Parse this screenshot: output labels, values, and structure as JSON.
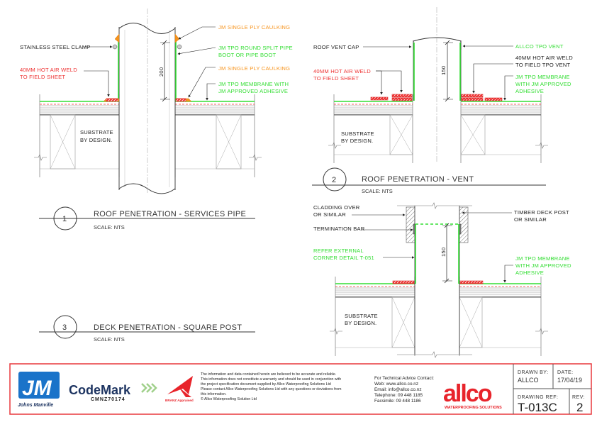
{
  "colors": {
    "membrane": "#33dd33",
    "caulking": "#f7941d",
    "weld": "#ee3333",
    "border": "#e8383d",
    "jm_blue": "#1a73c9",
    "codemark_navy": "#1d3461"
  },
  "detail1": {
    "number": "1",
    "title": "ROOF PENETRATION - SERVICES PIPE",
    "scale": "SCALE: NTS",
    "dimension": "200",
    "labels": {
      "clamp": "STAINLESS STEEL CLAMP",
      "weld_1": "40MM HOT AIR WELD",
      "weld_2": "TO FIELD SHEET",
      "caulk_top": "JM SINGLE PLY CAULKING",
      "boot_1": "JM TPO ROUND SPLIT PIPE",
      "boot_2": "BOOT OR PIPE BOOT",
      "caulk_bottom": "JM SINGLE PLY CAULKING",
      "membrane_1": "JM TPO MEMBRANE WITH",
      "membrane_2": "JM APPROVED ADHESIVE",
      "substrate_1": "SUBSTRATE",
      "substrate_2": "BY DESIGN."
    }
  },
  "detail2": {
    "number": "2",
    "title": "ROOF PENETRATION - VENT",
    "scale": "SCALE: NTS",
    "dimension": "150",
    "labels": {
      "cap": "ROOF VENT CAP",
      "weld_1": "40MM HOT AIR WELD",
      "weld_2": "TO FIELD SHEET",
      "vent": "ALLCO TPO VENT",
      "weld_vent_1": "40MM HOT AIR WELD",
      "weld_vent_2": "TO FIELD TPO VENT",
      "membrane_1": "JM TPO MEMBRANE",
      "membrane_2": "WITH JM APPROVED",
      "membrane_3": "ADHESIVE",
      "substrate_1": "SUBSTRATE",
      "substrate_2": "BY DESIGN."
    }
  },
  "detail3": {
    "number": "3",
    "title": "DECK PENETRATION - SQUARE POST",
    "scale": "SCALE: NTS",
    "dimension": "150",
    "labels": {
      "cladding_1": "CLADDING OVER",
      "cladding_2": "OR SIMILAR",
      "termination": "TERMINATION BAR",
      "refer_1": "REFER EXTERNAL",
      "refer_2": "CORNER DETAIL T-051",
      "post_1": "TIMBER DECK POST",
      "post_2": "OR SIMILAR",
      "membrane_1": "JM TPO MEMBRANE",
      "membrane_2": "WITH JM APPROVED",
      "membrane_3": "ADHESIVE",
      "substrate_1": "SUBSTRATE",
      "substrate_2": "BY DESIGN."
    }
  },
  "title_block": {
    "jm_logo": "JM",
    "jm_name": "Johns Manville",
    "codemark": "CodeMark",
    "codemark_no": "CMNZ70174",
    "branz": "BRANZ Appraised",
    "disclaimer": [
      "The information and data contained herein are believed to be accurate and reliable.",
      "This information does not constitute a warranty and should be used in conjunction with",
      "the project specification document supplied by Allco Waterproofing Solutions Ltd",
      "Please contact Allco Waterproofing Solutions Ltd with any questions or deviations from",
      "this information.",
      "© Allco Waterproofing Solution Ltd"
    ],
    "contact": [
      "For Technical Advice Contact:",
      "Web:  www.allco.co.nz",
      "Email:  info@allco.co.nz",
      "Telephone:  09 448 1185",
      "Facsimile:  09 448 1186"
    ],
    "allco_logo": "allco",
    "allco_tagline": "WATERPROOFING SOLUTIONS",
    "drawn_by_label": "DRAWN BY:",
    "drawn_by": "ALLCO",
    "date_label": "DATE:",
    "date": "17/04/19",
    "drawing_ref_label": "DRAWING REF:",
    "drawing_ref": "T-013C",
    "rev_label": "REV:",
    "rev": "2"
  }
}
